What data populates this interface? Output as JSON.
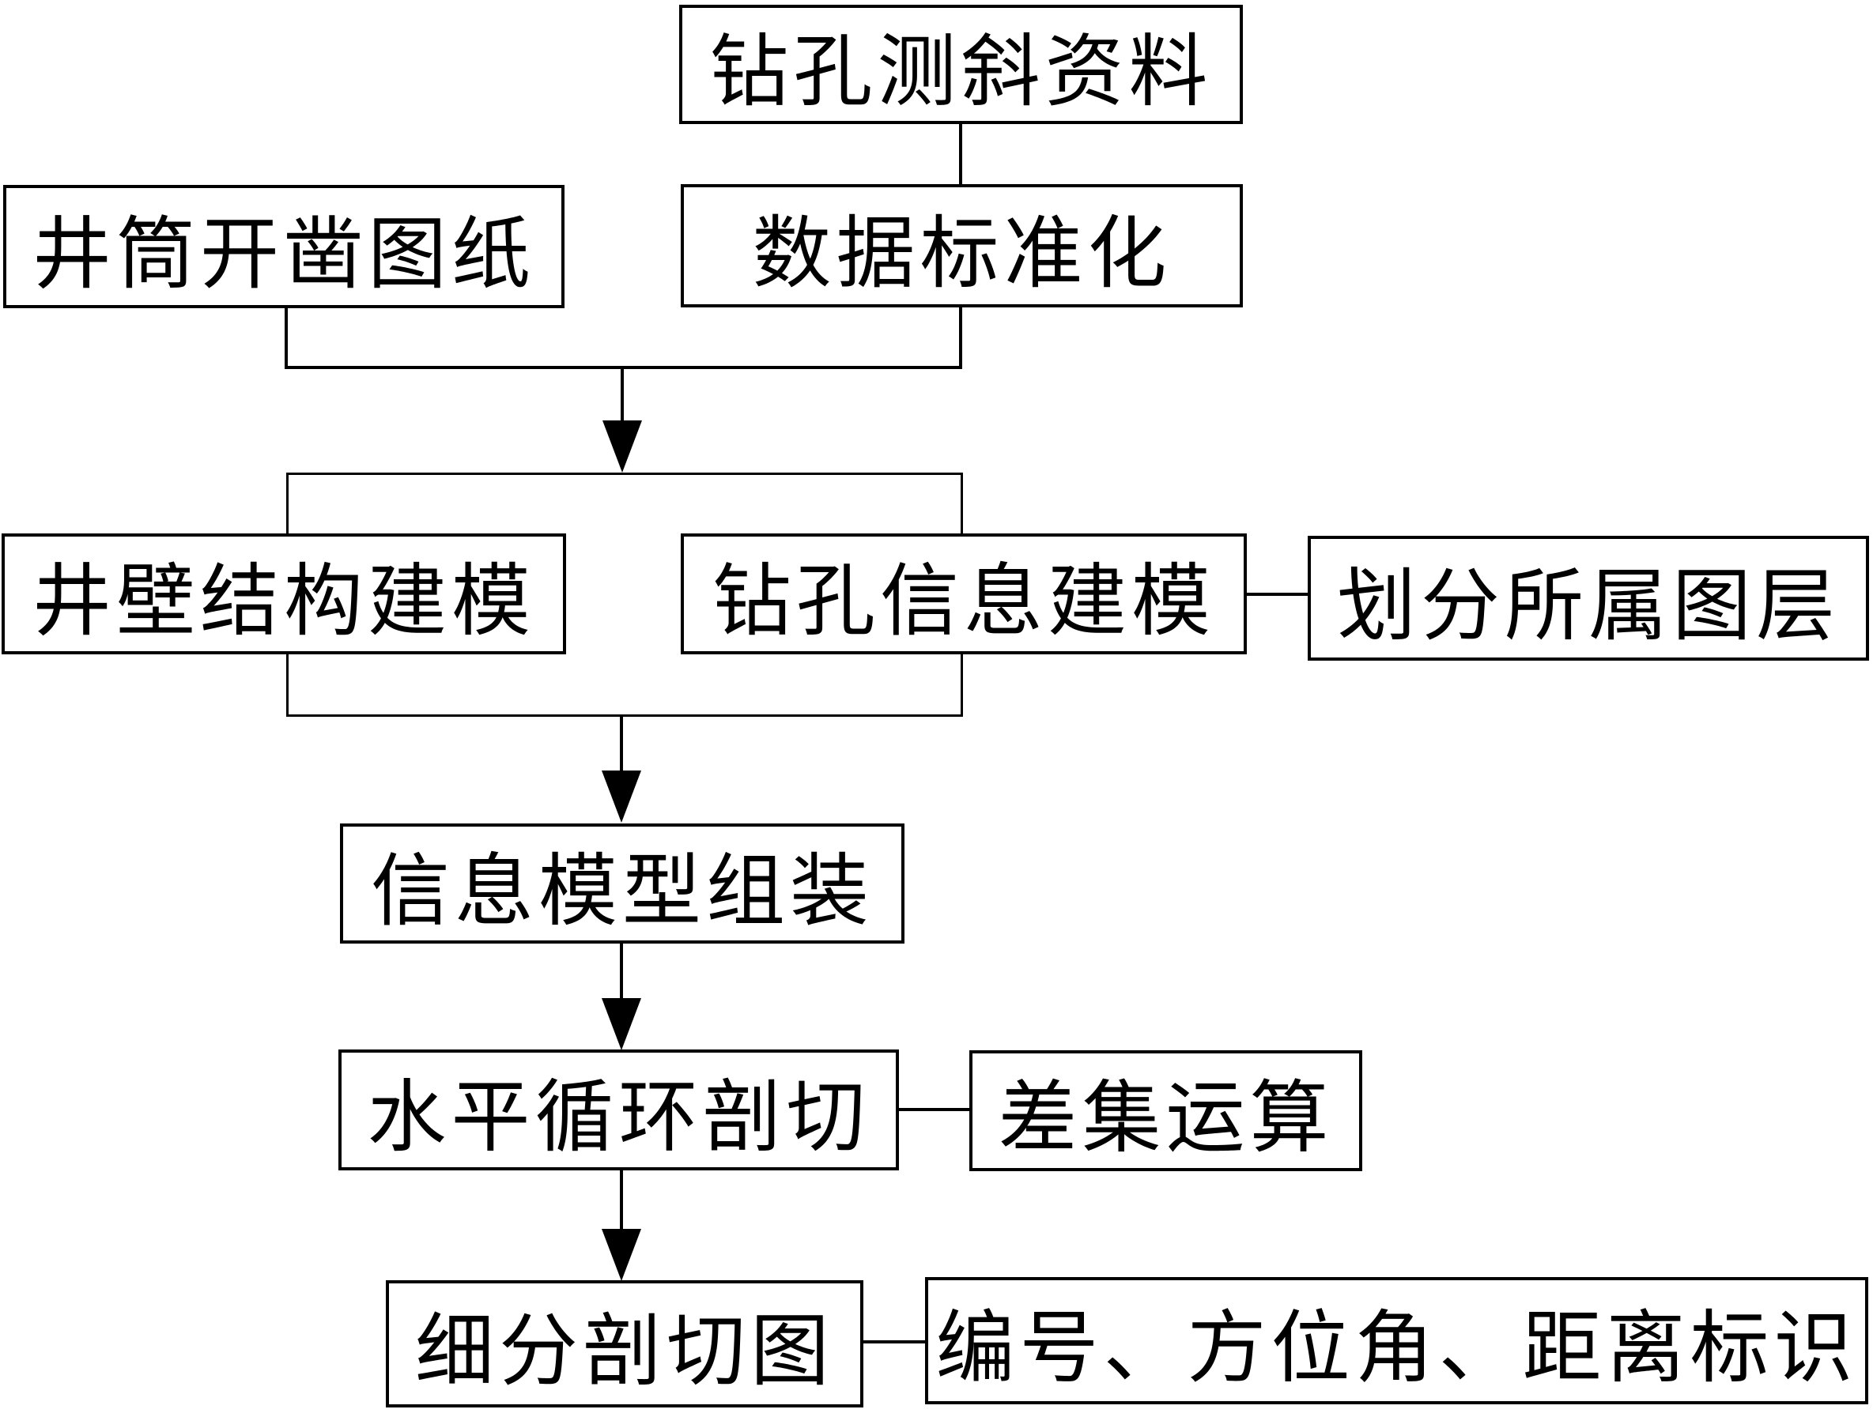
{
  "diagram": {
    "colors": {
      "line": "#000000",
      "box_fill": "#ffffff",
      "background": "#ffffff"
    },
    "nodes": {
      "borehole_survey_data": "钻孔测斜资料",
      "shaft_excavation_drawings": "井筒开凿图纸",
      "data_standardization": "数据标准化",
      "shaft_wall_structure_modeling": "井壁结构建模",
      "borehole_info_modeling": "钻孔信息建模",
      "layer_assignment": "划分所属图层",
      "info_model_assembly": "信息模型组装",
      "horizontal_cyclic_sectioning": "水平循环剖切",
      "difference_operation": "差集运算",
      "subdivided_section_drawing": "细分剖切图",
      "id_azimuth_distance_labeling": "编号、方位角、距离标识"
    },
    "edges": [
      "钻孔测斜资料 -> 数据标准化",
      "井筒开凿图纸 + 数据标准化 -> 建模组(井壁结构建模, 钻孔信息建模)",
      "钻孔信息建模 - 划分所属图层",
      "建模组 -> 信息模型组装",
      "信息模型组装 -> 水平循环剖切",
      "水平循环剖切 - 差集运算",
      "水平循环剖切 -> 细分剖切图",
      "细分剖切图 - 编号、方位角、距离标识"
    ]
  }
}
